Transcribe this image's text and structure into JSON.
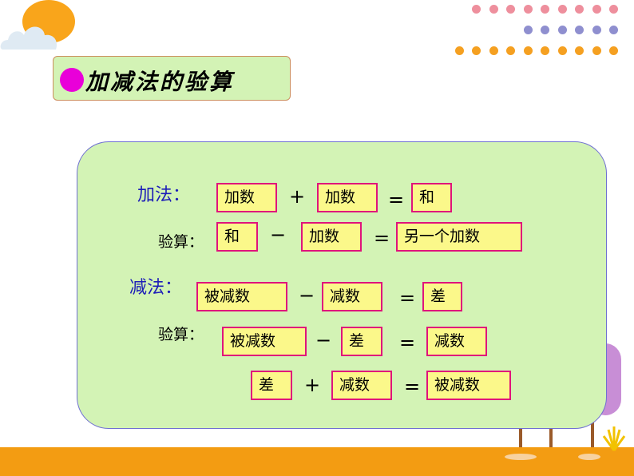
{
  "title": "加减法的验算",
  "colors": {
    "accent_bullet": "#e900d9",
    "panel": "#d3f3b5",
    "box_fill": "#fbf88a",
    "box_border": "#e0137b",
    "label_blue": "#1c1cb8",
    "ground": "#f39c12"
  },
  "addition": {
    "label": "加法：",
    "eq": [
      "加数",
      "+",
      "加数",
      "=",
      "和"
    ],
    "check_label": "验算：",
    "check": [
      "和",
      "−",
      "加数",
      "=",
      "另一个加数"
    ]
  },
  "subtraction": {
    "label": "减法：",
    "eq": [
      "被减数",
      "−",
      "减数",
      "=",
      "差"
    ],
    "check_label": "验算：",
    "check1": [
      "被减数",
      "−",
      "差",
      "=",
      "减数"
    ],
    "check2": [
      "差",
      "+",
      "减数",
      "=",
      "被减数"
    ]
  }
}
